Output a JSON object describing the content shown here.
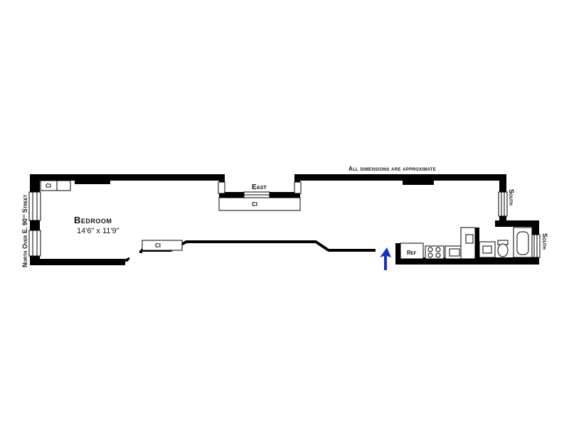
{
  "labels": {
    "room_name": "Bedroom",
    "room_dims": "14'6\"  x  11'9\"",
    "closet_bedroom_window": "Cl",
    "closet_east": "Cl",
    "closet_hall": "Cl",
    "east": "East",
    "south_upper": "South",
    "south_lower": "South",
    "disclaimer": "All dimensions are approximate",
    "street_prefix": "North Over E. 90",
    "street_suffix_sup": "th",
    "street_suffix": " Street",
    "refrigerator": "Ref"
  },
  "colors": {
    "wall": "#000000",
    "entrance_arrow": "#1630c8",
    "background": "#ffffff"
  },
  "icons": {
    "entrance": "entrance-arrow-icon",
    "stove": "stove-icon",
    "sink": "sink-icon",
    "toilet": "toilet-icon",
    "bathtub": "bathtub-icon",
    "vanity": "vanity-icon"
  }
}
